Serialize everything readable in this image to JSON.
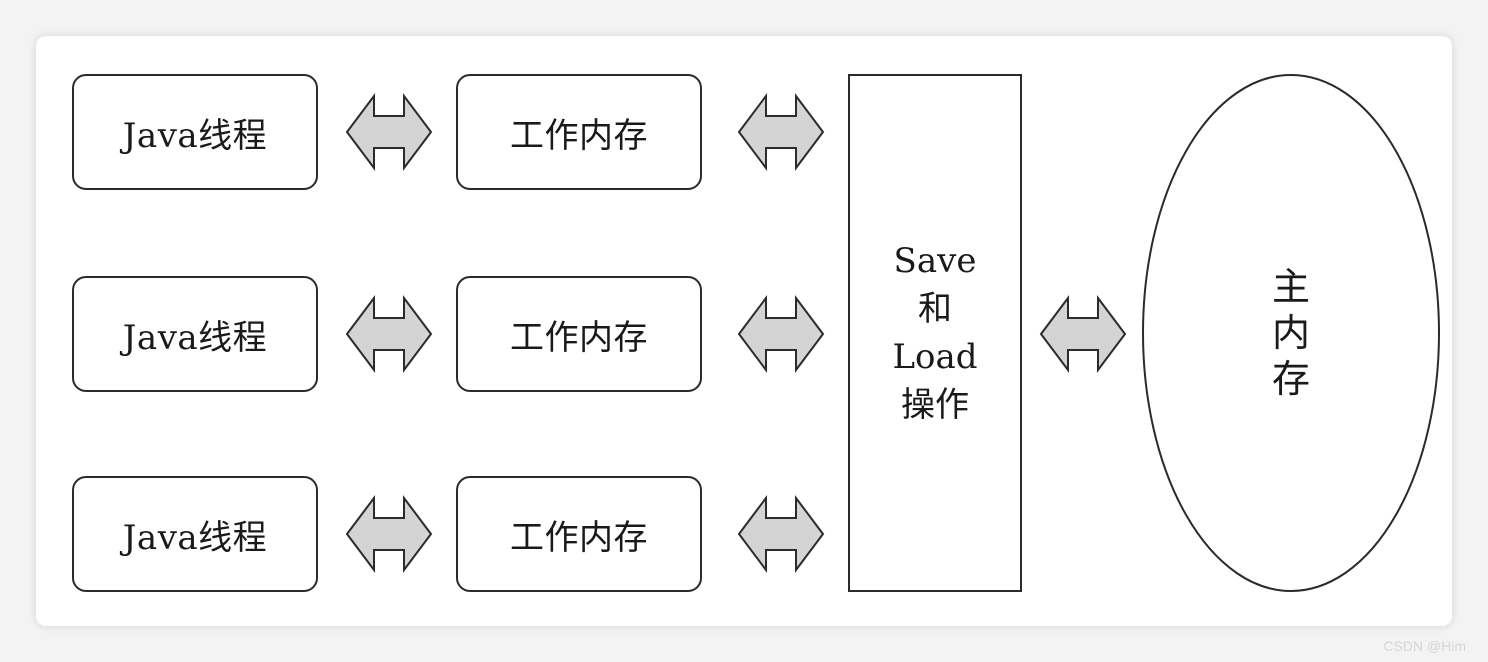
{
  "rows": [
    {
      "thread": "Java线程",
      "memory": "工作内存"
    },
    {
      "thread": "Java线程",
      "memory": "工作内存"
    },
    {
      "thread": "Java线程",
      "memory": "工作内存"
    }
  ],
  "operations": {
    "line1": "Save",
    "line2": "和",
    "line3": "Load",
    "line4": "操作"
  },
  "main_memory": {
    "line1": "主",
    "line2": "内",
    "line3": "存"
  },
  "watermark": "CSDN @Him",
  "colors": {
    "arrow_fill": "#d4d4d4",
    "stroke": "#2b2b2b",
    "background": "#ffffff"
  }
}
